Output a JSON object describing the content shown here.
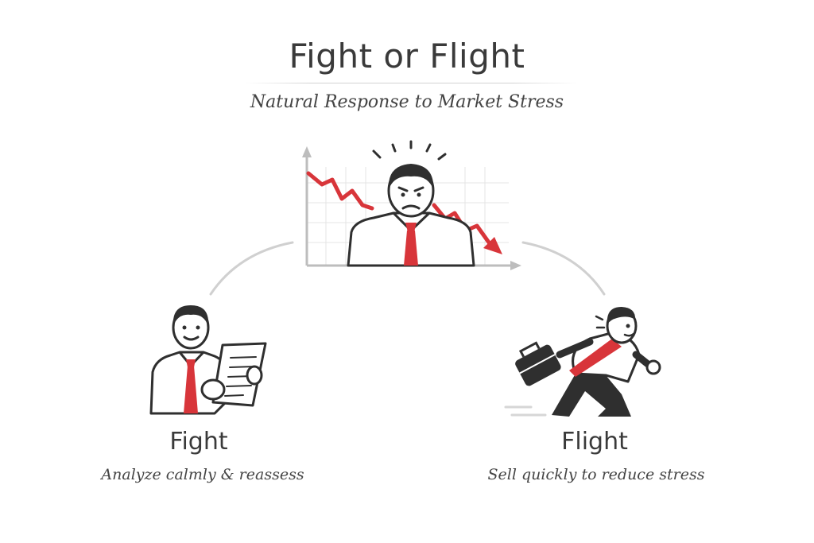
{
  "diagram": {
    "title": "Fight or Flight",
    "subtitle": "Natural Response to Market Stress",
    "center": {
      "icon": "stressed-investor-icon",
      "chart_icon": "falling-stock-chart-icon"
    },
    "fight": {
      "label": "Fight",
      "description": "Analyze calmly & reassess",
      "icon": "analyzing-investor-icon"
    },
    "flight": {
      "label": "Flight",
      "description": "Sell quickly to reduce stress",
      "icon": "running-investor-icon"
    },
    "colors": {
      "accent": "#d8353a",
      "ink": "#2f2f2f",
      "connector": "#d0d0d0"
    }
  }
}
